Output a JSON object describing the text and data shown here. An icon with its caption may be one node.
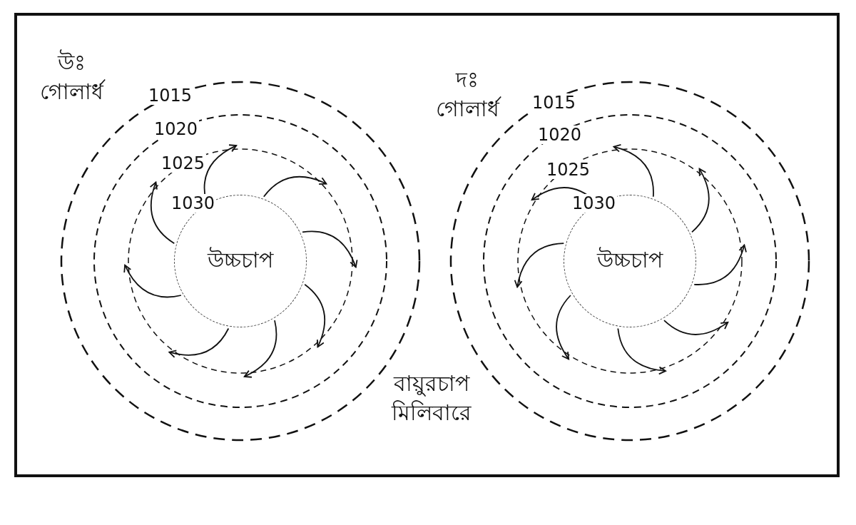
{
  "diagram": {
    "nodes": [
      {
        "text": [
          "উচ্চচাপ"
        ]
      },
      {
        "text": [
          "উচ্চচাপ"
        ]
      }
    ],
    "labels": [
      "উঃ গোলার্ধ",
      "1015",
      "1020",
      "1025",
      "1030",
      "দঃ গোলার্ধ",
      "1015",
      "1020",
      "1025",
      "1030",
      "বায়ুরচাপ মিলিবারে"
    ]
  }
}
